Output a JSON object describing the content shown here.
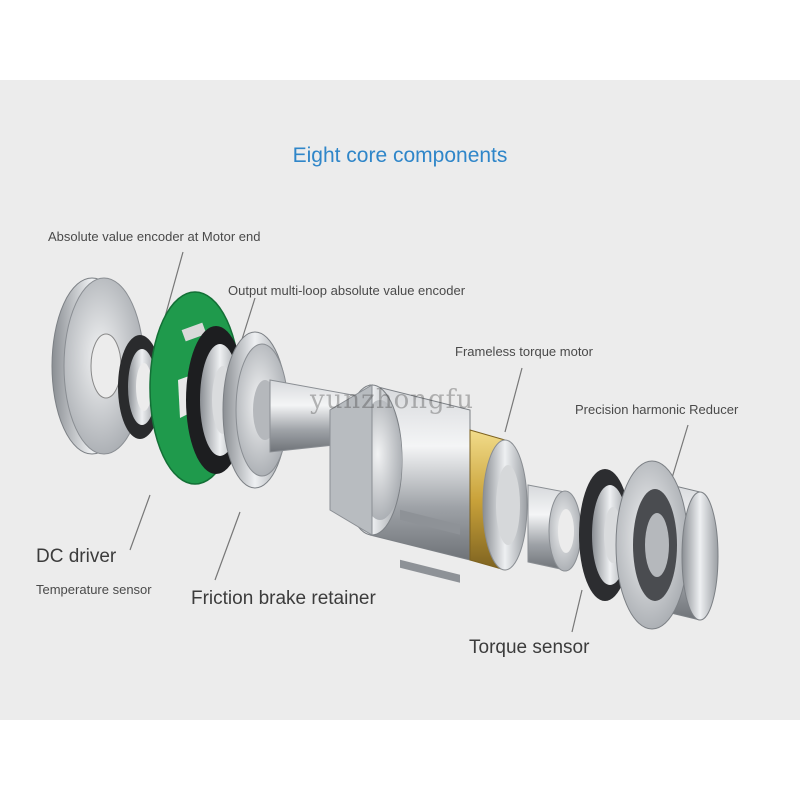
{
  "title": "Eight core components",
  "watermark": "yunzhongfu",
  "labels": {
    "encoder_motor_end": "Absolute value encoder at Motor end",
    "output_encoder": "Output multi-loop absolute value encoder",
    "frameless_motor": "Frameless torque motor",
    "harmonic_reducer": "Precision harmonic Reducer",
    "dc_driver": "DC driver",
    "temperature_sensor": "Temperature sensor",
    "friction_brake": "Friction brake retainer",
    "torque_sensor": "Torque sensor"
  },
  "colors": {
    "title": "#2f86c9",
    "background": "#ececec",
    "pcb_green": "#1f9a4c",
    "gold_ring": "#c9a23a"
  }
}
